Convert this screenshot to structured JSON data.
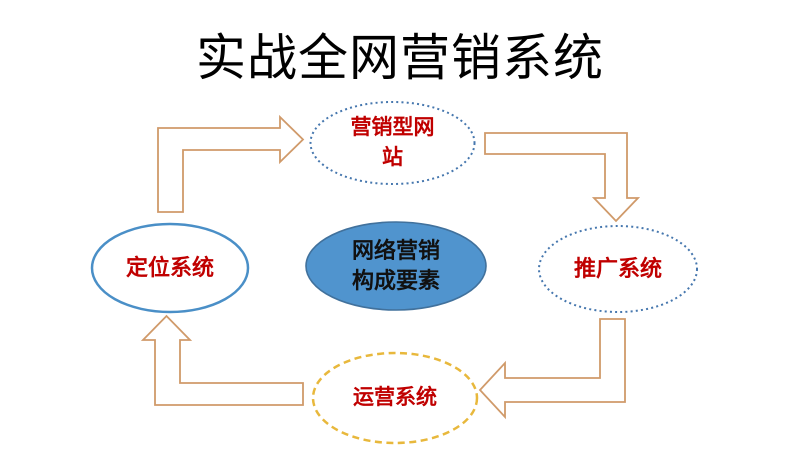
{
  "slide": {
    "title": "实战全网营销系统",
    "background": "#FFFFFF"
  },
  "colors": {
    "title_text": "#000000",
    "label_red": "#C00000",
    "center_text": "#111111",
    "center_fill": "#5094CE",
    "center_border": "#41719C",
    "blue_border": "#4677AE",
    "left_solid_border": "#4A8FC7",
    "gold_border": "#E8B83C",
    "arrow_stroke": "#D09A6A",
    "arrow_fill": "#FFFFFF"
  },
  "nodes": {
    "top": {
      "label_line1": "营销型网",
      "label_line2": "站",
      "border_style": "dotted"
    },
    "right": {
      "label": "推广系统",
      "border_style": "dotted"
    },
    "bottom": {
      "label": "运营系统",
      "border_style": "dashed"
    },
    "left": {
      "label": "定位系统",
      "border_style": "solid"
    },
    "center": {
      "label_line1": "网络营销",
      "label_line2": "构成要素",
      "border_style": "solid-filled"
    }
  },
  "arrows": [
    {
      "name": "left-to-top",
      "direction": "up-then-right"
    },
    {
      "name": "top-to-right",
      "direction": "right-then-down"
    },
    {
      "name": "right-to-bottom",
      "direction": "down-then-left"
    },
    {
      "name": "bottom-to-left",
      "direction": "left-then-up"
    }
  ]
}
